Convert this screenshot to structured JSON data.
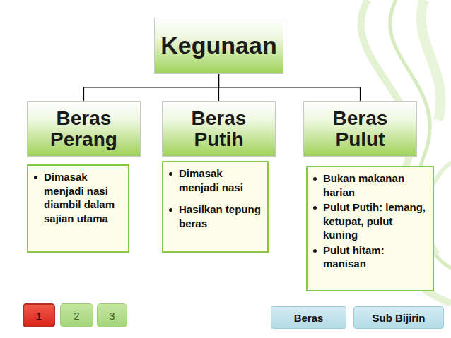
{
  "diagram": {
    "nodes": [
      {
        "text": [
          "Kegunaan"
        ]
      },
      {
        "text": [
          "Beras Perang"
        ]
      },
      {
        "text": [
          "Beras Putih"
        ]
      },
      {
        "text": [
          "Beras Pulut"
        ]
      },
      {
        "text": [
          "Dimasak menjadi nasi diambil dalam sajian utama"
        ]
      },
      {
        "text": [
          "Dimasak menjadi nasi",
          "Hasilkan tepung beras"
        ]
      },
      {
        "text": [
          "Bukan makanan harian",
          "Pulut Putih: lemang, ketupat, pulut kuning",
          "Pulut hitam: manisan"
        ]
      },
      {
        "text": [
          "1"
        ]
      },
      {
        "text": [
          "2"
        ]
      },
      {
        "text": [
          "3"
        ]
      },
      {
        "text": [
          "Beras"
        ]
      },
      {
        "text": [
          "Sub Bijirin"
        ]
      }
    ],
    "edges": [
      {
        "from": 0,
        "to": 1,
        "arrow": "none"
      },
      {
        "from": 0,
        "to": 2,
        "arrow": "none"
      },
      {
        "from": 0,
        "to": 3,
        "arrow": "none"
      }
    ]
  }
}
